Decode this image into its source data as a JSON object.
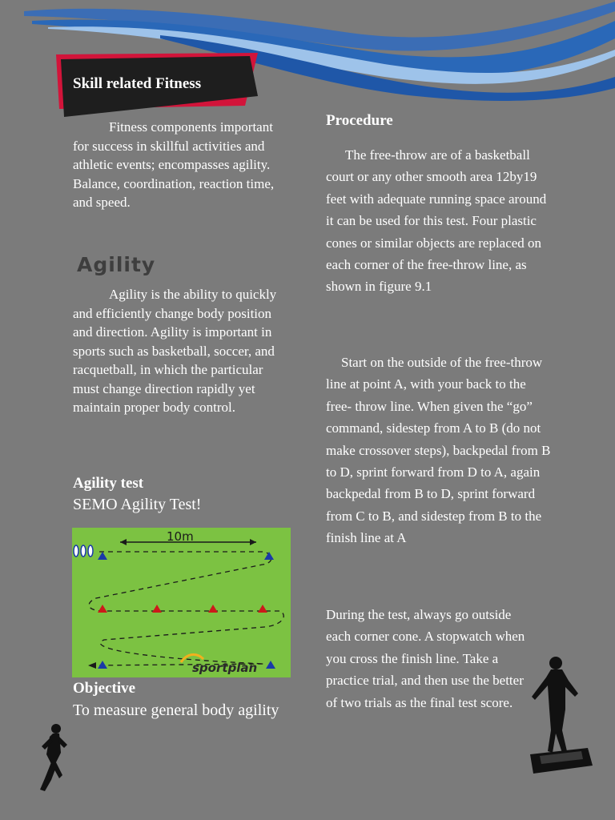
{
  "banner": {
    "title": "Skill related Fitness"
  },
  "intro": {
    "text": "Fitness components important for success in skillful activities and athletic events; encompasses agility. Balance, coordination, reaction time, and speed."
  },
  "agility": {
    "heading": "Agility",
    "text": "Agility is the ability to quickly and efficiently change body position and direction. Agility is important in sports such as basketball, soccer, and racquetball, in which the particular must change direction rapidly yet maintain proper body control."
  },
  "agility_test": {
    "heading": "Agility test",
    "subheading": "SEMO Agility Test!"
  },
  "diagram": {
    "distance_label": "10m",
    "logo_text": "sportplan"
  },
  "objective": {
    "heading": "Objective",
    "text": "To measure general body agility"
  },
  "procedure": {
    "heading": "Procedure",
    "p1": "The free-throw are of a basketball court or any other smooth area 12by19 feet with adequate running space around it can be used for this test. Four plastic cones or similar objects are replaced on each corner of the free-throw line, as shown in figure 9.1",
    "p2": "Start on the outside of the free-throw line at point A, with your back to the free- throw line. When given the “go” command, sidestep from A to B (do not make crossover steps), backpedal from B to D, sprint forward from D to A, again backpedal from B to D, sprint forward from C to B, and sidestep from B to the finish line at A",
    "p3": "During the test, always go outside each corner cone. A stopwatch when you cross the finish line. Take a practice trial, and then use the better of two trials as the final test score."
  },
  "colors": {
    "background": "#7b7b7b",
    "banner": "#1e1e1e",
    "banner_accent": "#d2143a",
    "field": "#7cc242",
    "swoosh": "#2a68b8"
  }
}
